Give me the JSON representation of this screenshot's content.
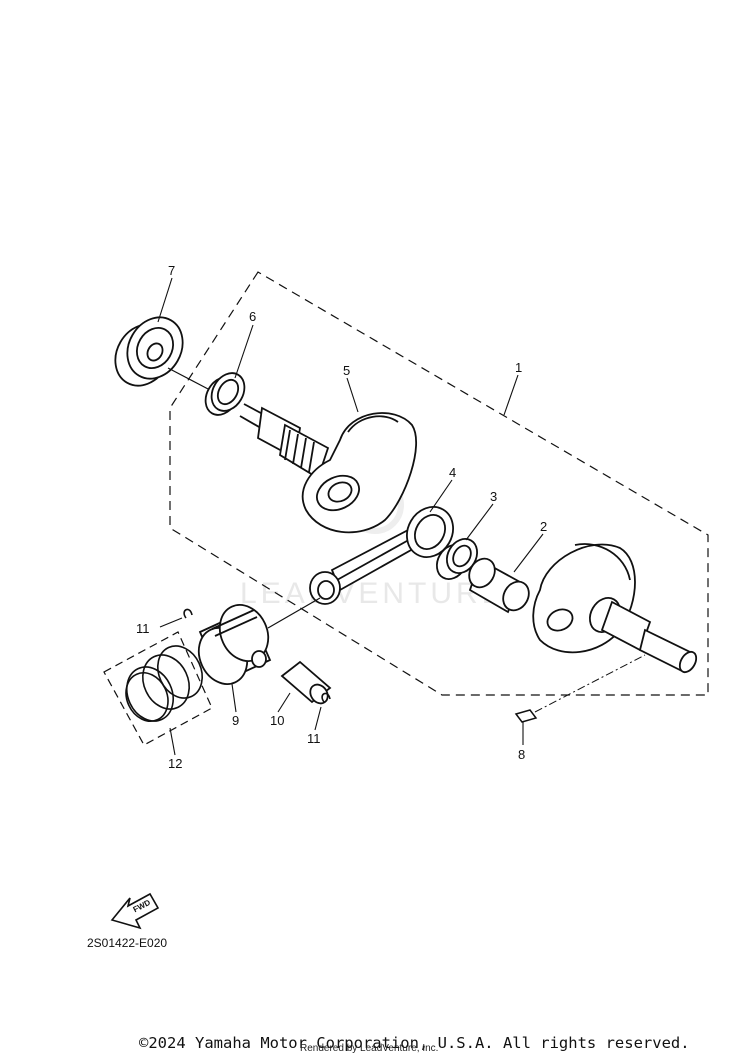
{
  "watermark": "LEADVENTURE",
  "diagram_code": "2S01422-E020",
  "fwd_label": "FWD",
  "copyright": "©2024 Yamaha Motor Corporation, U.S.A. All rights reserved.",
  "rendered_by": "Rendered by LeadVenture, Inc.",
  "callouts": {
    "c1": "1",
    "c2": "2",
    "c3": "3",
    "c4": "4",
    "c5": "5",
    "c6": "6",
    "c7": "7",
    "c8": "8",
    "c9": "9",
    "c10": "10",
    "c11a": "11",
    "c11b": "11",
    "c12": "12"
  }
}
